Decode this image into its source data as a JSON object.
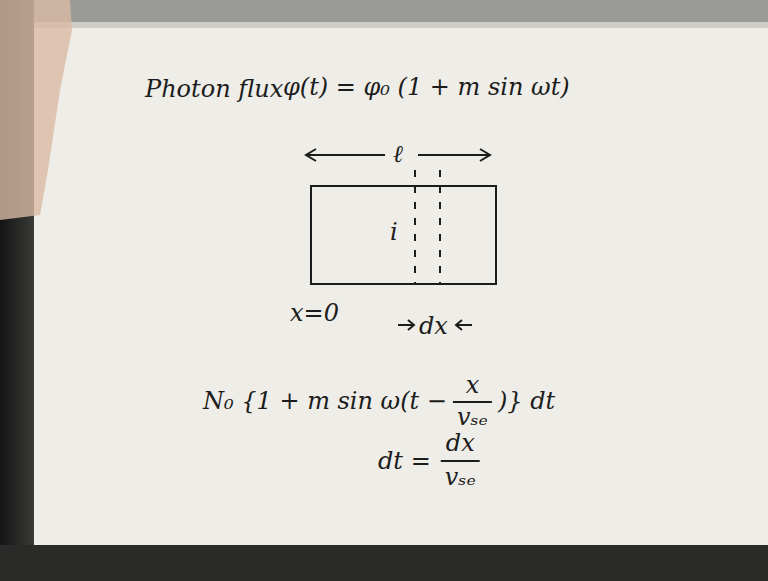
{
  "diagram": {
    "nodes": [
      {
        "text": [
          "i"
        ]
      }
    ],
    "labels": [
      "Photon flux",
      "φ(t) = φ₀ (1 + m sin ωt)",
      "ℓ",
      "x=0",
      "dx",
      "N₀ {1 + m sin ω(t −",
      "x",
      "vₛₑ",
      ")} dt",
      "dt =",
      "dx",
      "vₛₑ"
    ]
  }
}
